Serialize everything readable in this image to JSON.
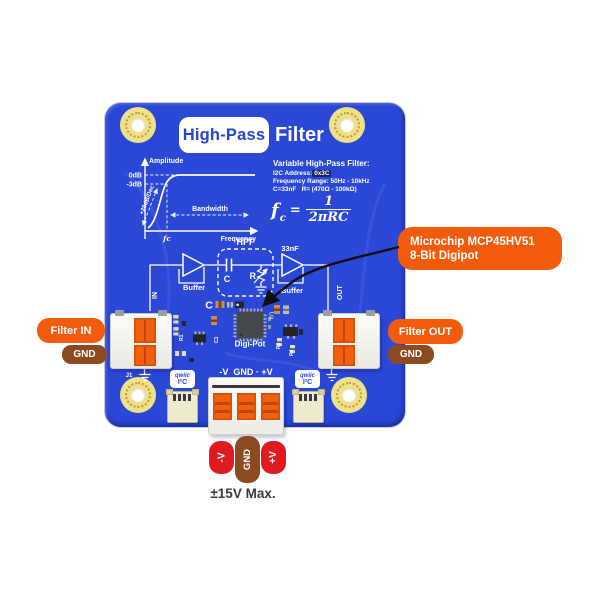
{
  "board": {
    "title": {
      "highpass": "High-Pass",
      "filter": "Filter"
    },
    "graph": {
      "ylabel": "Amplitude",
      "xlabel": "Frequency",
      "db0": "0dB",
      "db3": "-3dB",
      "fc": "fc",
      "slope": "+20dB/Dec",
      "bandwidth": "Bandwidth"
    },
    "info": {
      "title": "Variable High-Pass Filter:",
      "i2c_label": "I2C Address:",
      "i2c_value": "0x3C",
      "freq": "Frequency Range: 50Hz - 10kHz",
      "rc": "C=33nF   R= (470Ω - 100kΩ)"
    },
    "formula": {
      "f": "f",
      "c": "c",
      "eq": "=",
      "num": "1",
      "den": "2πRC"
    },
    "circuit": {
      "hpf": "HPF",
      "cap_value": "33nF",
      "c": "C",
      "r": "R",
      "buffer1": "Buffer",
      "buffer2": "Buffer",
      "in_label": "IN",
      "out_label": "OUT"
    },
    "silk": {
      "c_row": "C",
      "digipot": "Digi-Pot",
      "u3": "U3",
      "r1": "R1",
      "c1": "C1",
      "r3": "R3",
      "r4": "R4",
      "j1": "J1",
      "power_row": "-V  GND · +V"
    },
    "qwiic": {
      "word": "qwiic",
      "i2c": "I²C"
    }
  },
  "callouts": {
    "filter_in": "Filter IN",
    "gnd_left": "GND",
    "filter_out": "Filter OUT",
    "gnd_right": "GND",
    "chip_line1": "Microchip MCP45HV51",
    "chip_line2": "8-Bit Digipot",
    "neg_v": "-V",
    "gnd_bottom": "GND",
    "pos_v": "+V",
    "max_voltage": "±15V Max."
  },
  "colors": {
    "board_blue": "#2A47D6",
    "callout_orange": "#F25B0C",
    "callout_brown": "#8C4A21",
    "callout_red": "#DF1B20",
    "silkscreen": "#FFFFFF"
  }
}
